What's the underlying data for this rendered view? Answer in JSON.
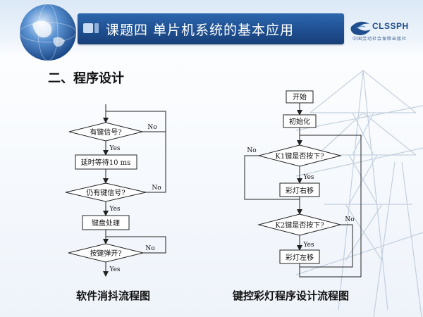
{
  "header": {
    "title": "课题四   单片机系统的基本应用",
    "logo_text": "CLSSPH",
    "logo_subtext": "中国劳动社会保障出版社"
  },
  "section_title": "二、程序设计",
  "flowchart_left": {
    "caption": "软件消抖流程图",
    "nodes": {
      "decision1": "有键信号?",
      "process1": "延时等待10 ms",
      "decision2": "仍有键信号?",
      "process2": "键盘处理",
      "decision3": "按键弹开?"
    },
    "labels": {
      "yes": "Yes",
      "no": "No"
    }
  },
  "flowchart_right": {
    "caption": "键控彩灯程序设计流程图",
    "nodes": {
      "start": "开始",
      "init": "初始化",
      "decision1": "K1键是否按下?",
      "process1": "彩灯右移",
      "decision2": "K2键是否按下?",
      "process2": "彩灯左移"
    },
    "labels": {
      "yes": "Yes",
      "no": "No"
    }
  }
}
